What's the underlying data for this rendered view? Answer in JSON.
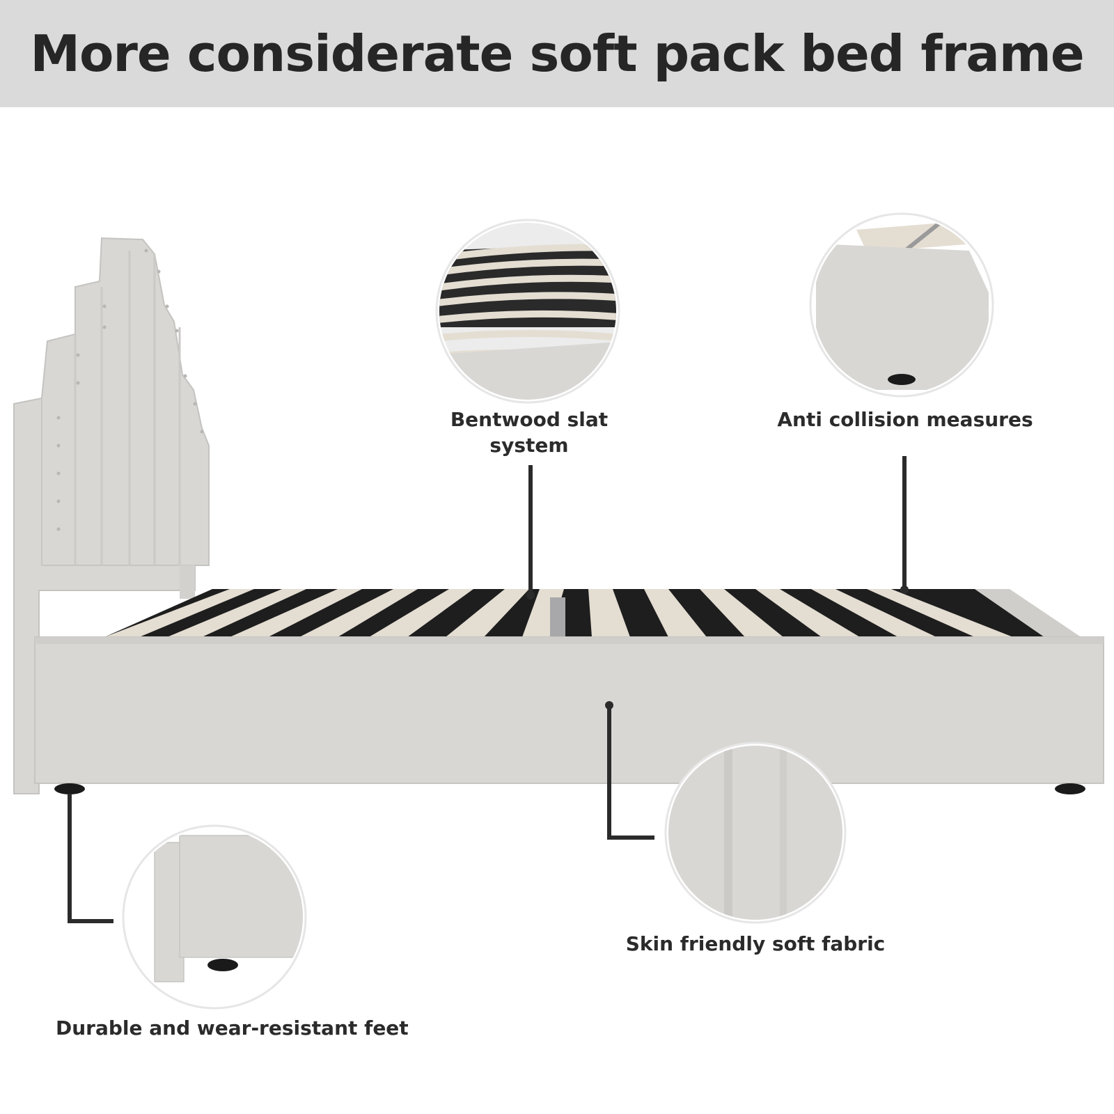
{
  "banner": {
    "title": "More considerate soft pack bed frame"
  },
  "callouts": {
    "slat": {
      "line1": "Bentwood slat",
      "line2": "system"
    },
    "anti_collision": "Anti collision measures",
    "fabric": "Skin friendly soft fabric",
    "feet": "Durable and wear-resistant feet"
  },
  "colors": {
    "banner_bg": "#dadada",
    "fabric": "#d8d7d4",
    "fabric_shadow": "#c9c8c5",
    "slat": "#e4ddd2",
    "frame_dark": "#1a1a1a",
    "leader_line": "#2b2b2b"
  }
}
